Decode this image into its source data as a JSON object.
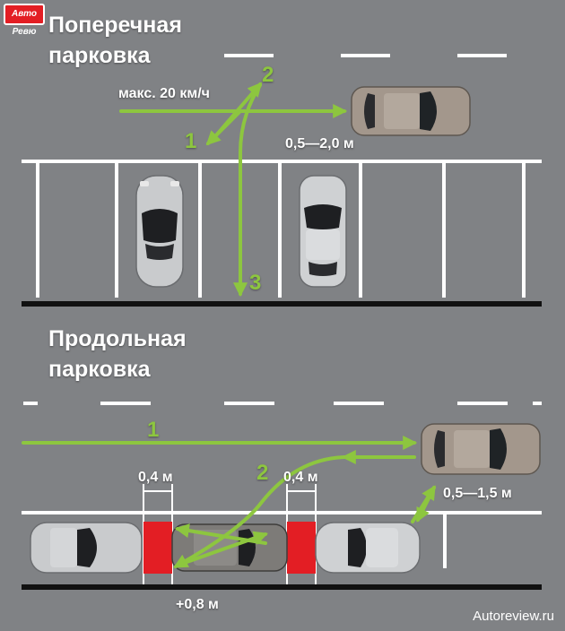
{
  "logo": {
    "text": "Авто Ревю"
  },
  "section_top": {
    "title_line1": "Поперечная",
    "title_line2": "парковка"
  },
  "section_bottom": {
    "title_line1": "Продольная",
    "title_line2": "парковка"
  },
  "labels": {
    "speed": "макс. 20 км/ч",
    "gap_perpendicular": "0,5—2,0 м",
    "gap_left": "0,4 м",
    "gap_right": "0,4 м",
    "gap_parallel": "0,5—1,5 м",
    "extra": "+0,8 м"
  },
  "steps": {
    "top": [
      "1",
      "2",
      "3"
    ],
    "bottom": [
      "1",
      "2"
    ]
  },
  "watermark": "Autoreview.ru",
  "colors": {
    "asphalt": "#808285",
    "arrow": "#8dc63f",
    "marking": "#ffffff",
    "curb": "#111111",
    "buffer": "#e31e24"
  }
}
